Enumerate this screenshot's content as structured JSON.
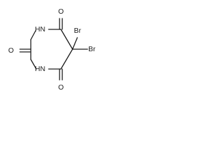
{
  "molecule": {
    "atoms": {
      "o_top": "O",
      "nh_top": "HN",
      "br_upper": "Br",
      "br_lower": "Br",
      "o_left": "O",
      "nh_bottom": "HN",
      "o_bottom": "O"
    }
  }
}
